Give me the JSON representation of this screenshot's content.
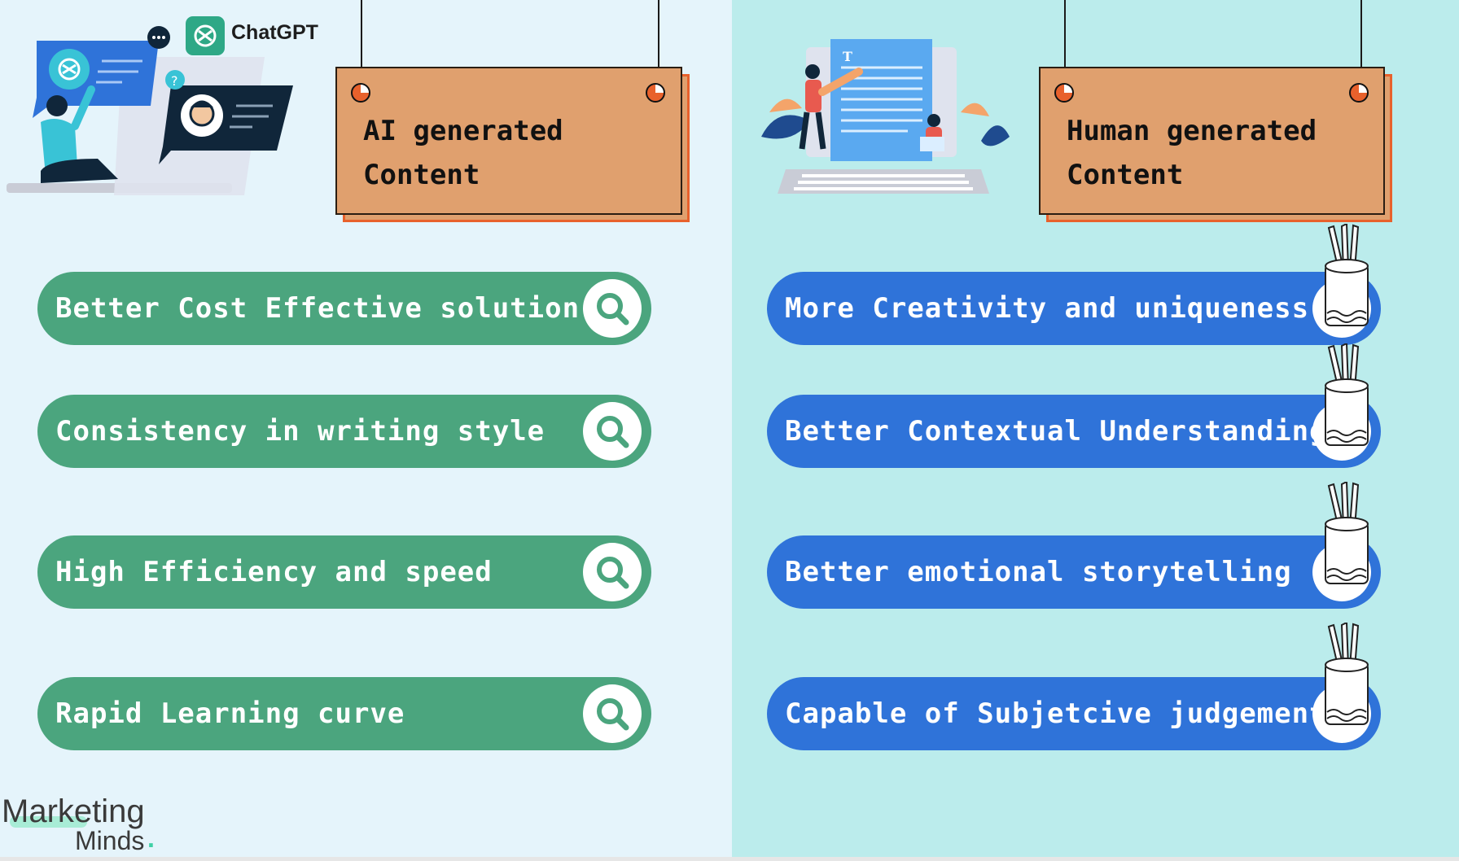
{
  "ai_section": {
    "brand_label": "ChatGPT",
    "title": "AI generated\nContent",
    "items": [
      {
        "label": "Better Cost Effective solution"
      },
      {
        "label": "Consistency in writing style"
      },
      {
        "label": "High Efficiency and speed"
      },
      {
        "label": "Rapid Learning curve"
      }
    ],
    "item_icon": "search-icon",
    "accent": "#4ba57e"
  },
  "human_section": {
    "title": "Human generated\nContent",
    "items": [
      {
        "label": "More Creativity and uniqueness"
      },
      {
        "label": "Better Contextual Understanding"
      },
      {
        "label": "Better emotional storytelling"
      },
      {
        "label": "Capable of Subjetcive judgement"
      }
    ],
    "item_icon": "pencil-cup-icon",
    "accent": "#2f73d9"
  },
  "footer_logo": {
    "line1": "Marketing",
    "line2": "Minds",
    "dot": "."
  },
  "colors": {
    "left_bg": "#e5f4fb",
    "right_bg": "#bbecec",
    "sign": "#e0a06e",
    "sign_border": "#e8612c"
  }
}
